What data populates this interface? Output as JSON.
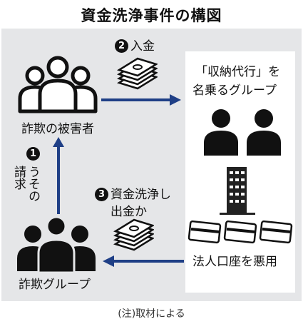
{
  "title": "資金洗浄事件の構図",
  "victims_label": "詐欺の被害者",
  "fraud_group_label": "詐欺グループ",
  "agency_label_line1": "「収納代行」を",
  "agency_label_line2": "名乗るグループ",
  "corp_account_label": "法人口座を悪用",
  "step1": {
    "num": "1",
    "line1": "うその",
    "line2": "請求"
  },
  "step2": {
    "num": "2",
    "text": "入金"
  },
  "step3": {
    "num": "3",
    "line1": "資金洗浄し",
    "line2": "出金か"
  },
  "footnote": "(注)取材による",
  "colors": {
    "arrow": "#1f3f86",
    "panel": "#e5e6e8",
    "icon": "#111111"
  }
}
